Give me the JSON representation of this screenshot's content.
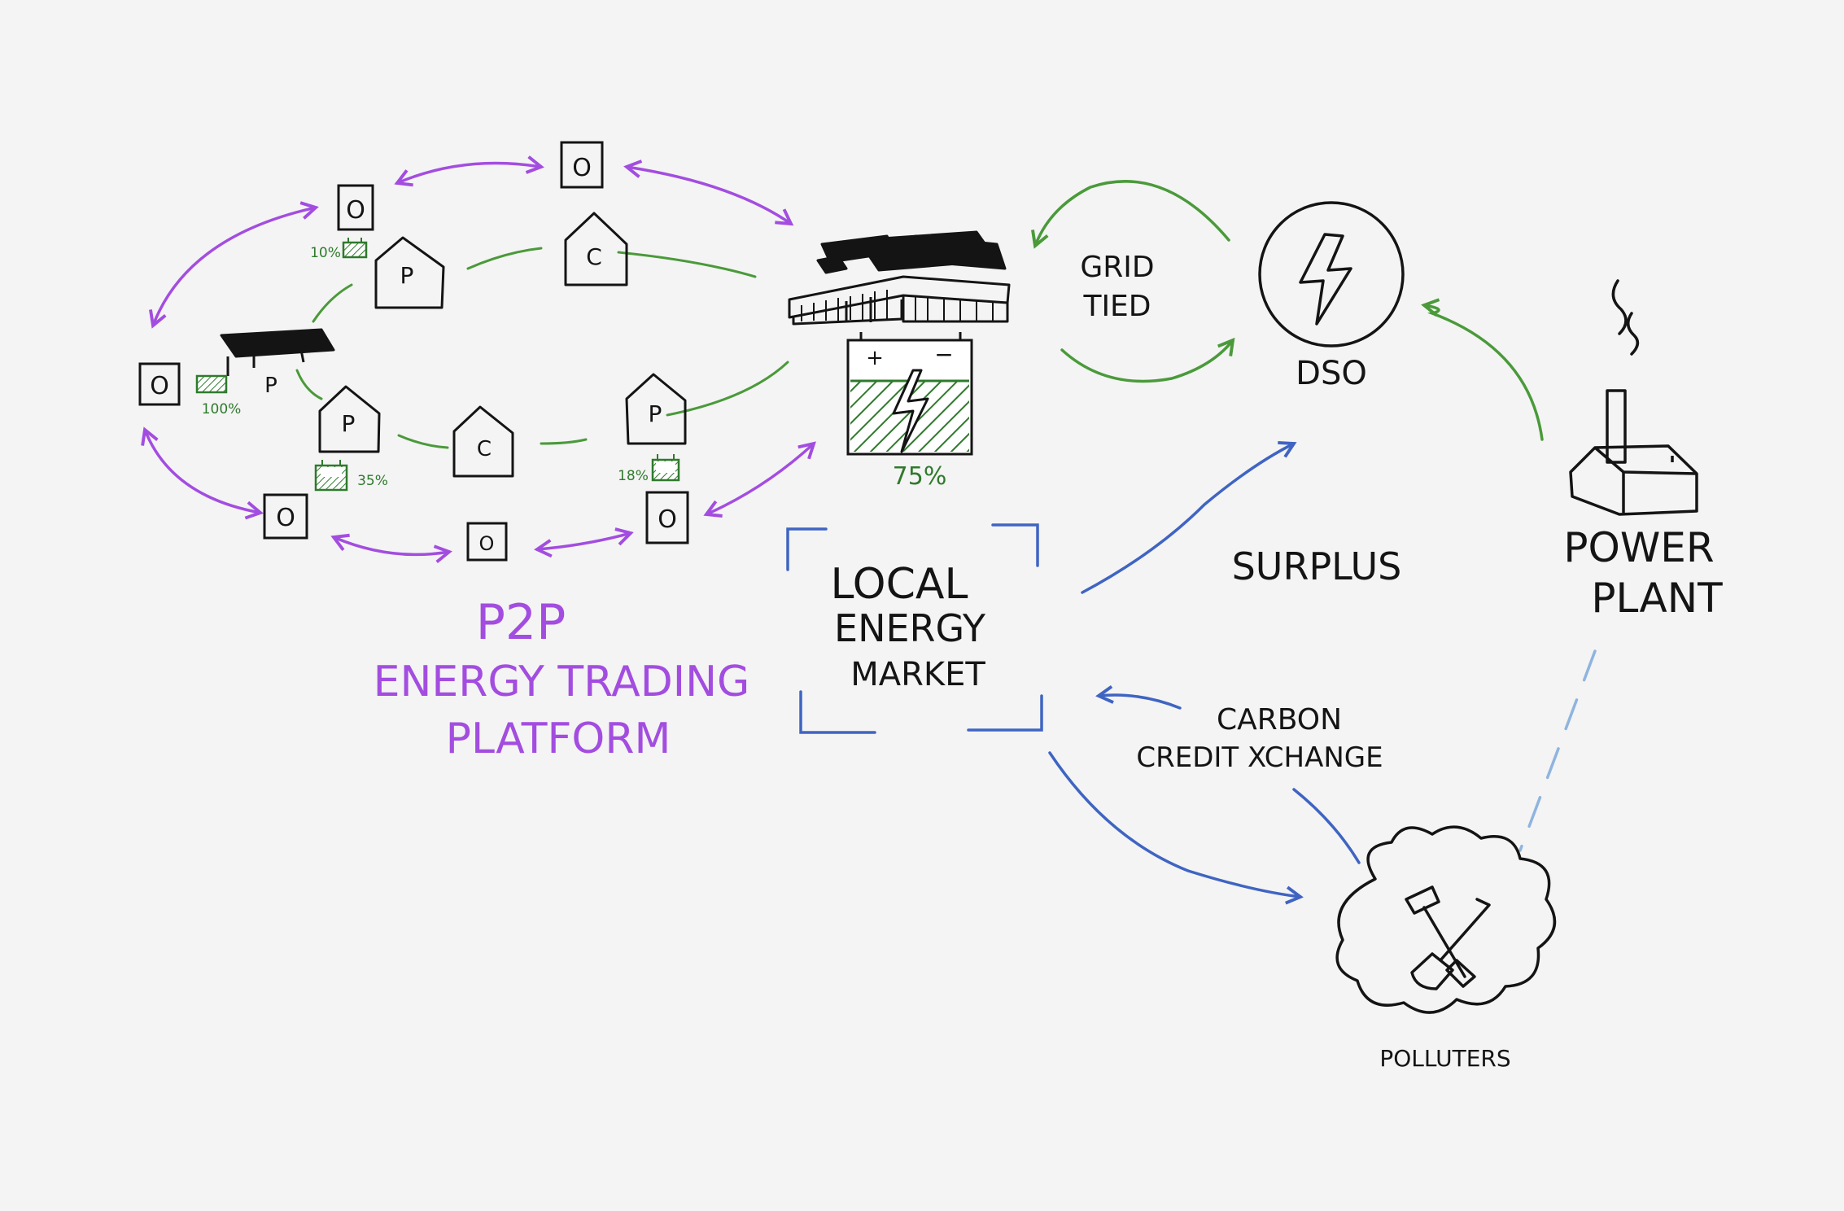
{
  "nodes": {
    "producer_label": "P",
    "consumer_label": "C",
    "other_label": "O"
  },
  "batteries": {
    "b10": "10%",
    "b100": "100%",
    "b35": "35%",
    "b18": "18%",
    "main_battery": "75%",
    "plus": "+",
    "minus": "−"
  },
  "labels": {
    "p2p_line1": "P2P",
    "p2p_line2": "ENERGY TRADING",
    "p2p_line3": "PLATFORM",
    "grid_line1": "GRID",
    "grid_line2": "TIED",
    "dso": "DSO",
    "surplus": "SURPLUS",
    "power_line1": "POWER",
    "power_line2": "PLANT",
    "market_line1": "LOCAL",
    "market_line2": "ENERGY",
    "market_line3": "MARKET",
    "carbon_line1": "CARBON",
    "carbon_line2": "CREDIT XCHANGE",
    "polluters": "POLLUTERS"
  },
  "colors": {
    "purple": "#a34de0",
    "green": "#4a9a3a",
    "dark_green": "#2f7a2c",
    "blue": "#3f64c2",
    "light_blue": "#8fb4df",
    "ink": "#141414"
  }
}
